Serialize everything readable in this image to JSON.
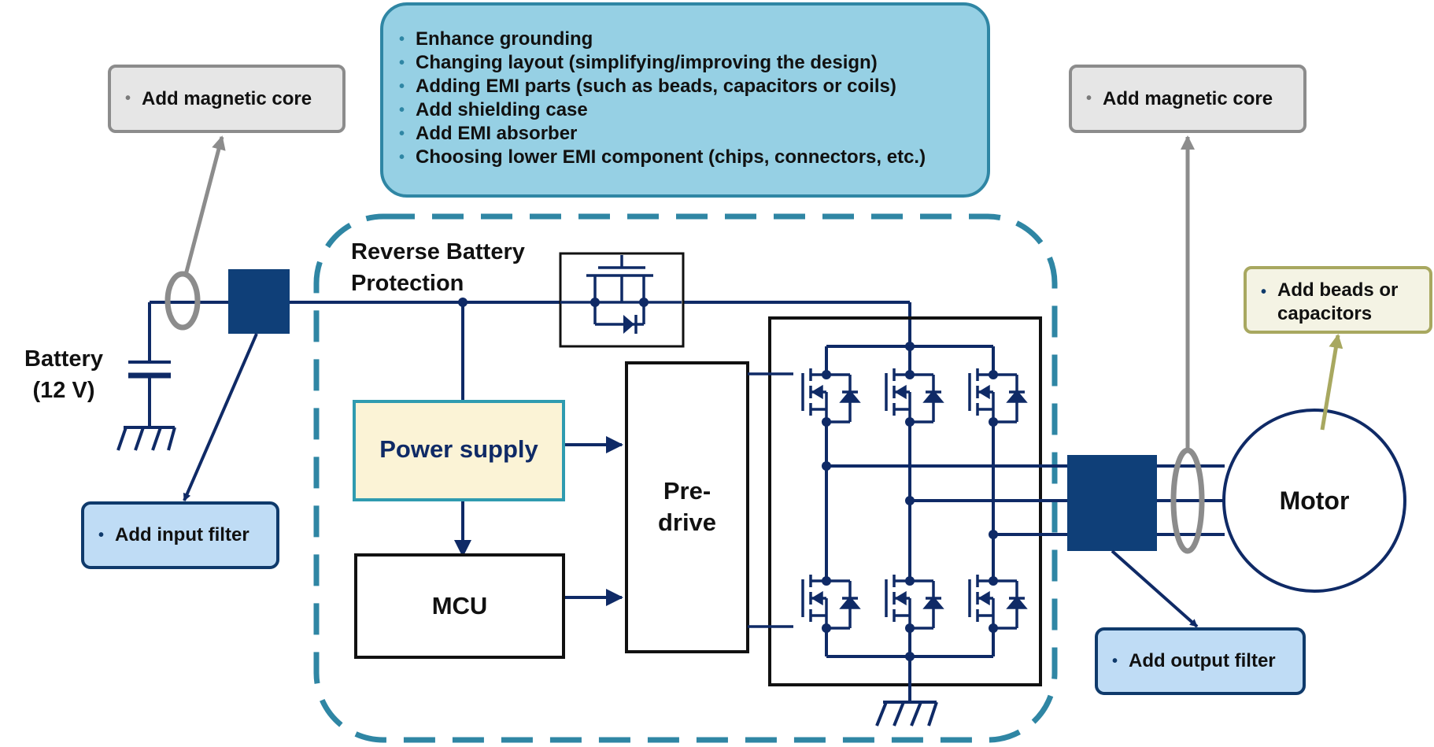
{
  "top_note": {
    "items": [
      "Enhance grounding",
      "Changing layout (simplifying/improving the design)",
      "Adding EMI parts (such as beads, capacitors or coils)",
      "Add shielding case",
      "Add EMI absorber",
      "Choosing lower EMI component (chips, connectors, etc.)"
    ]
  },
  "left_core_note": "Add magnetic core",
  "right_core_note": "Add magnetic core",
  "input_filter_note": "Add input filter",
  "output_filter_note": "Add output filter",
  "beads_note": "Add beads or capacitors",
  "battery": {
    "line1": "Battery",
    "line2": "(12 V)"
  },
  "reverse_protection": {
    "line1": "Reverse Battery",
    "line2": "Protection"
  },
  "power_supply": "Power supply",
  "mcu": "MCU",
  "predrive": {
    "line1": "Pre-",
    "line2": "drive"
  },
  "motor": "Motor",
  "colors": {
    "wire": "#0f2a66",
    "filter_block": "#0f3f78",
    "dashed_border": "#2f86a4",
    "power_supply_fill": "#fbf3d6",
    "power_supply_border": "#2f9bb0",
    "gray_arrow": "#8c8c8c",
    "olive_arrow": "#a8a860"
  },
  "bullet_glyph": "•"
}
